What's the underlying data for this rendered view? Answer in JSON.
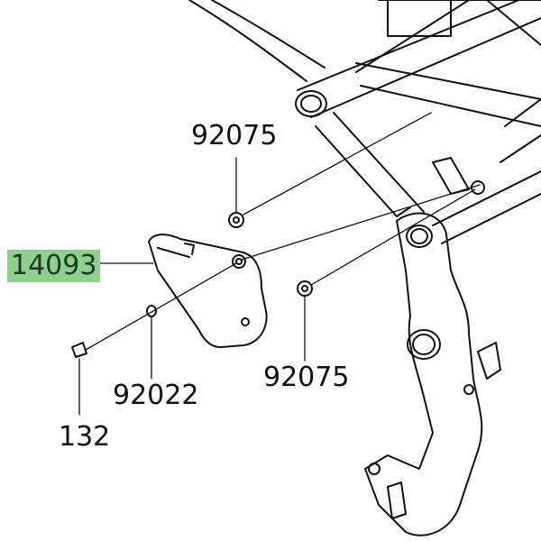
{
  "parts": [
    {
      "number": "14093",
      "highlighted": true
    },
    {
      "number": "92075"
    },
    {
      "number": "92022"
    },
    {
      "number": "92075"
    },
    {
      "number": "132"
    }
  ],
  "colors": {
    "highlight": "#8fcf8f",
    "line": "#111111"
  }
}
